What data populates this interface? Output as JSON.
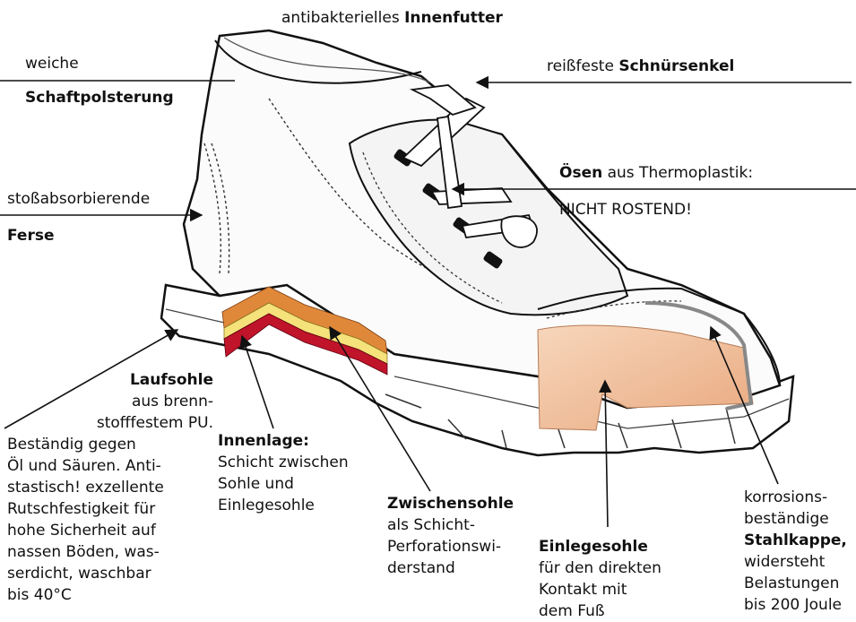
{
  "labels": {
    "innenfutter": {
      "pre": "antibakterielles",
      "bold": "Innenfutter"
    },
    "schaftpolsterung": {
      "line1": "weiche",
      "bold": "Schaftpolsterung"
    },
    "schnuersenkel": {
      "pre": "reißfeste",
      "bold": "Schnürsenkel"
    },
    "oesen": {
      "bold": "Ösen",
      "post": "aus Thermoplastik:",
      "line2": "NICHT ROSTEND!"
    },
    "ferse": {
      "line1": "stoßabsorbierende",
      "bold": "Ferse"
    },
    "laufsohle": {
      "bold": "Laufsohle",
      "lines": [
        "aus brenn-",
        "stofffestem PU.",
        "Beständig gegen",
        "Öl und Säuren. Anti-",
        "stastisch! exzellente",
        "Rutschfestigkeit für",
        "hohe Sicherheit auf",
        "nassen Böden, was-",
        "serdicht, waschbar",
        "bis 40°C"
      ]
    },
    "innenlage": {
      "bold": "Innenlage:",
      "lines": [
        "Schicht zwischen",
        "Sohle und",
        "Einlegesohle"
      ]
    },
    "zwischensohle": {
      "bold": "Zwischensohle",
      "lines": [
        "als Schicht-",
        "Perforationswi-",
        "derstand"
      ]
    },
    "einlegesohle": {
      "bold": "Einlegesohle",
      "lines": [
        "für den direkten",
        "Kontakt mit",
        "dem Fuß"
      ]
    },
    "stahlkappe": {
      "pre": [
        "korrosions-",
        "beständige"
      ],
      "bold": "Stahlkappe,",
      "lines": [
        "widersteht",
        "Belastungen",
        "bis 200 Joule"
      ]
    }
  },
  "colors": {
    "insole": "#f2c9a8",
    "layer_orange": "#e0883a",
    "layer_yellow": "#f5e27a",
    "layer_red": "#c0142a",
    "steel_cap": "#888888"
  }
}
